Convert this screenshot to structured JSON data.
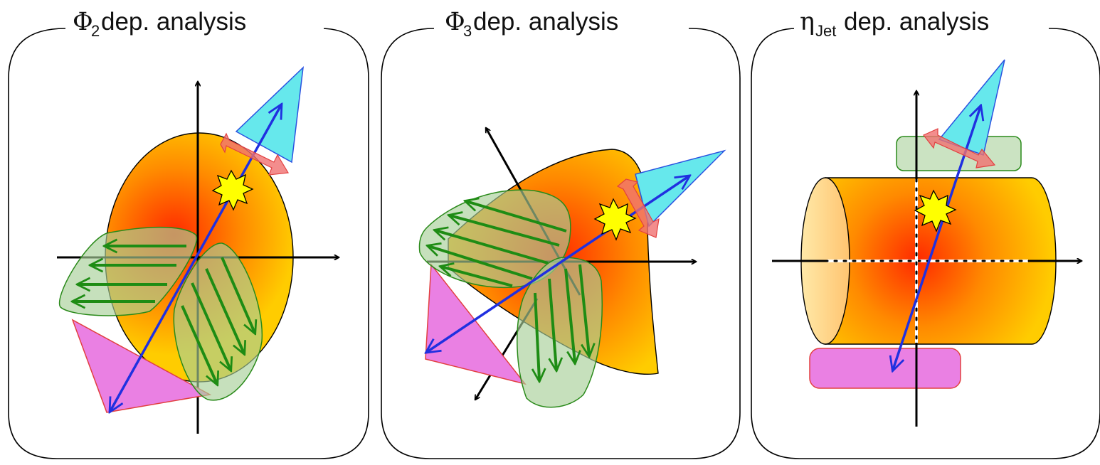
{
  "panels": [
    {
      "symbol": "Φ",
      "subscript": "2",
      "suffix": " dep. analysis"
    },
    {
      "symbol": "Φ",
      "subscript": "3",
      "suffix": " dep. analysis"
    },
    {
      "symbol": "η",
      "subscript": "Jet",
      "suffix": " dep. analysis"
    }
  ],
  "colors": {
    "medium_hot": "#ff3300",
    "medium_edge": "#ffcc00",
    "jet_triangle": "#66e8ec",
    "jet_triangle_stroke": "#2a52e0",
    "away_triangle": "#ea80e3",
    "away_triangle_stroke": "#e24040",
    "flow_lobe": "#b5d7a8",
    "flow_lobe_stroke": "#2a8a1a",
    "flow_arrow": "#1e8c14",
    "jet_axis": "#2030e0",
    "double_arrow": "#f07070",
    "vertex_star": "#ffff00",
    "axis": "#000000"
  },
  "icons": [
    "collision-vertex-star-icon",
    "jet-cone-icon",
    "away-side-cone-icon",
    "flow-arrow-icon",
    "double-headed-arrow-icon"
  ]
}
